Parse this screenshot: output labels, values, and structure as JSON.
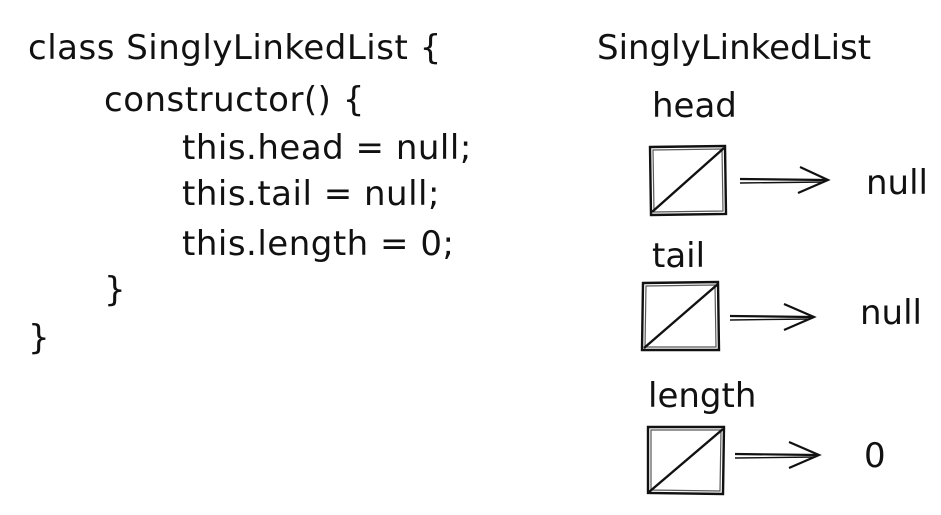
{
  "code": {
    "lines": [
      "class SinglyLinkedList {",
      "constructor() {",
      "this.head = null;",
      "this.tail = null;",
      "this.length = 0;",
      "}",
      "}"
    ]
  },
  "diagram": {
    "title": "SinglyLinkedList",
    "fields": [
      {
        "label": "head",
        "value": "null"
      },
      {
        "label": "tail",
        "value": "null"
      },
      {
        "label": "length",
        "value": "0"
      }
    ]
  },
  "colors": {
    "ink": "#111111",
    "background": "#ffffff"
  }
}
